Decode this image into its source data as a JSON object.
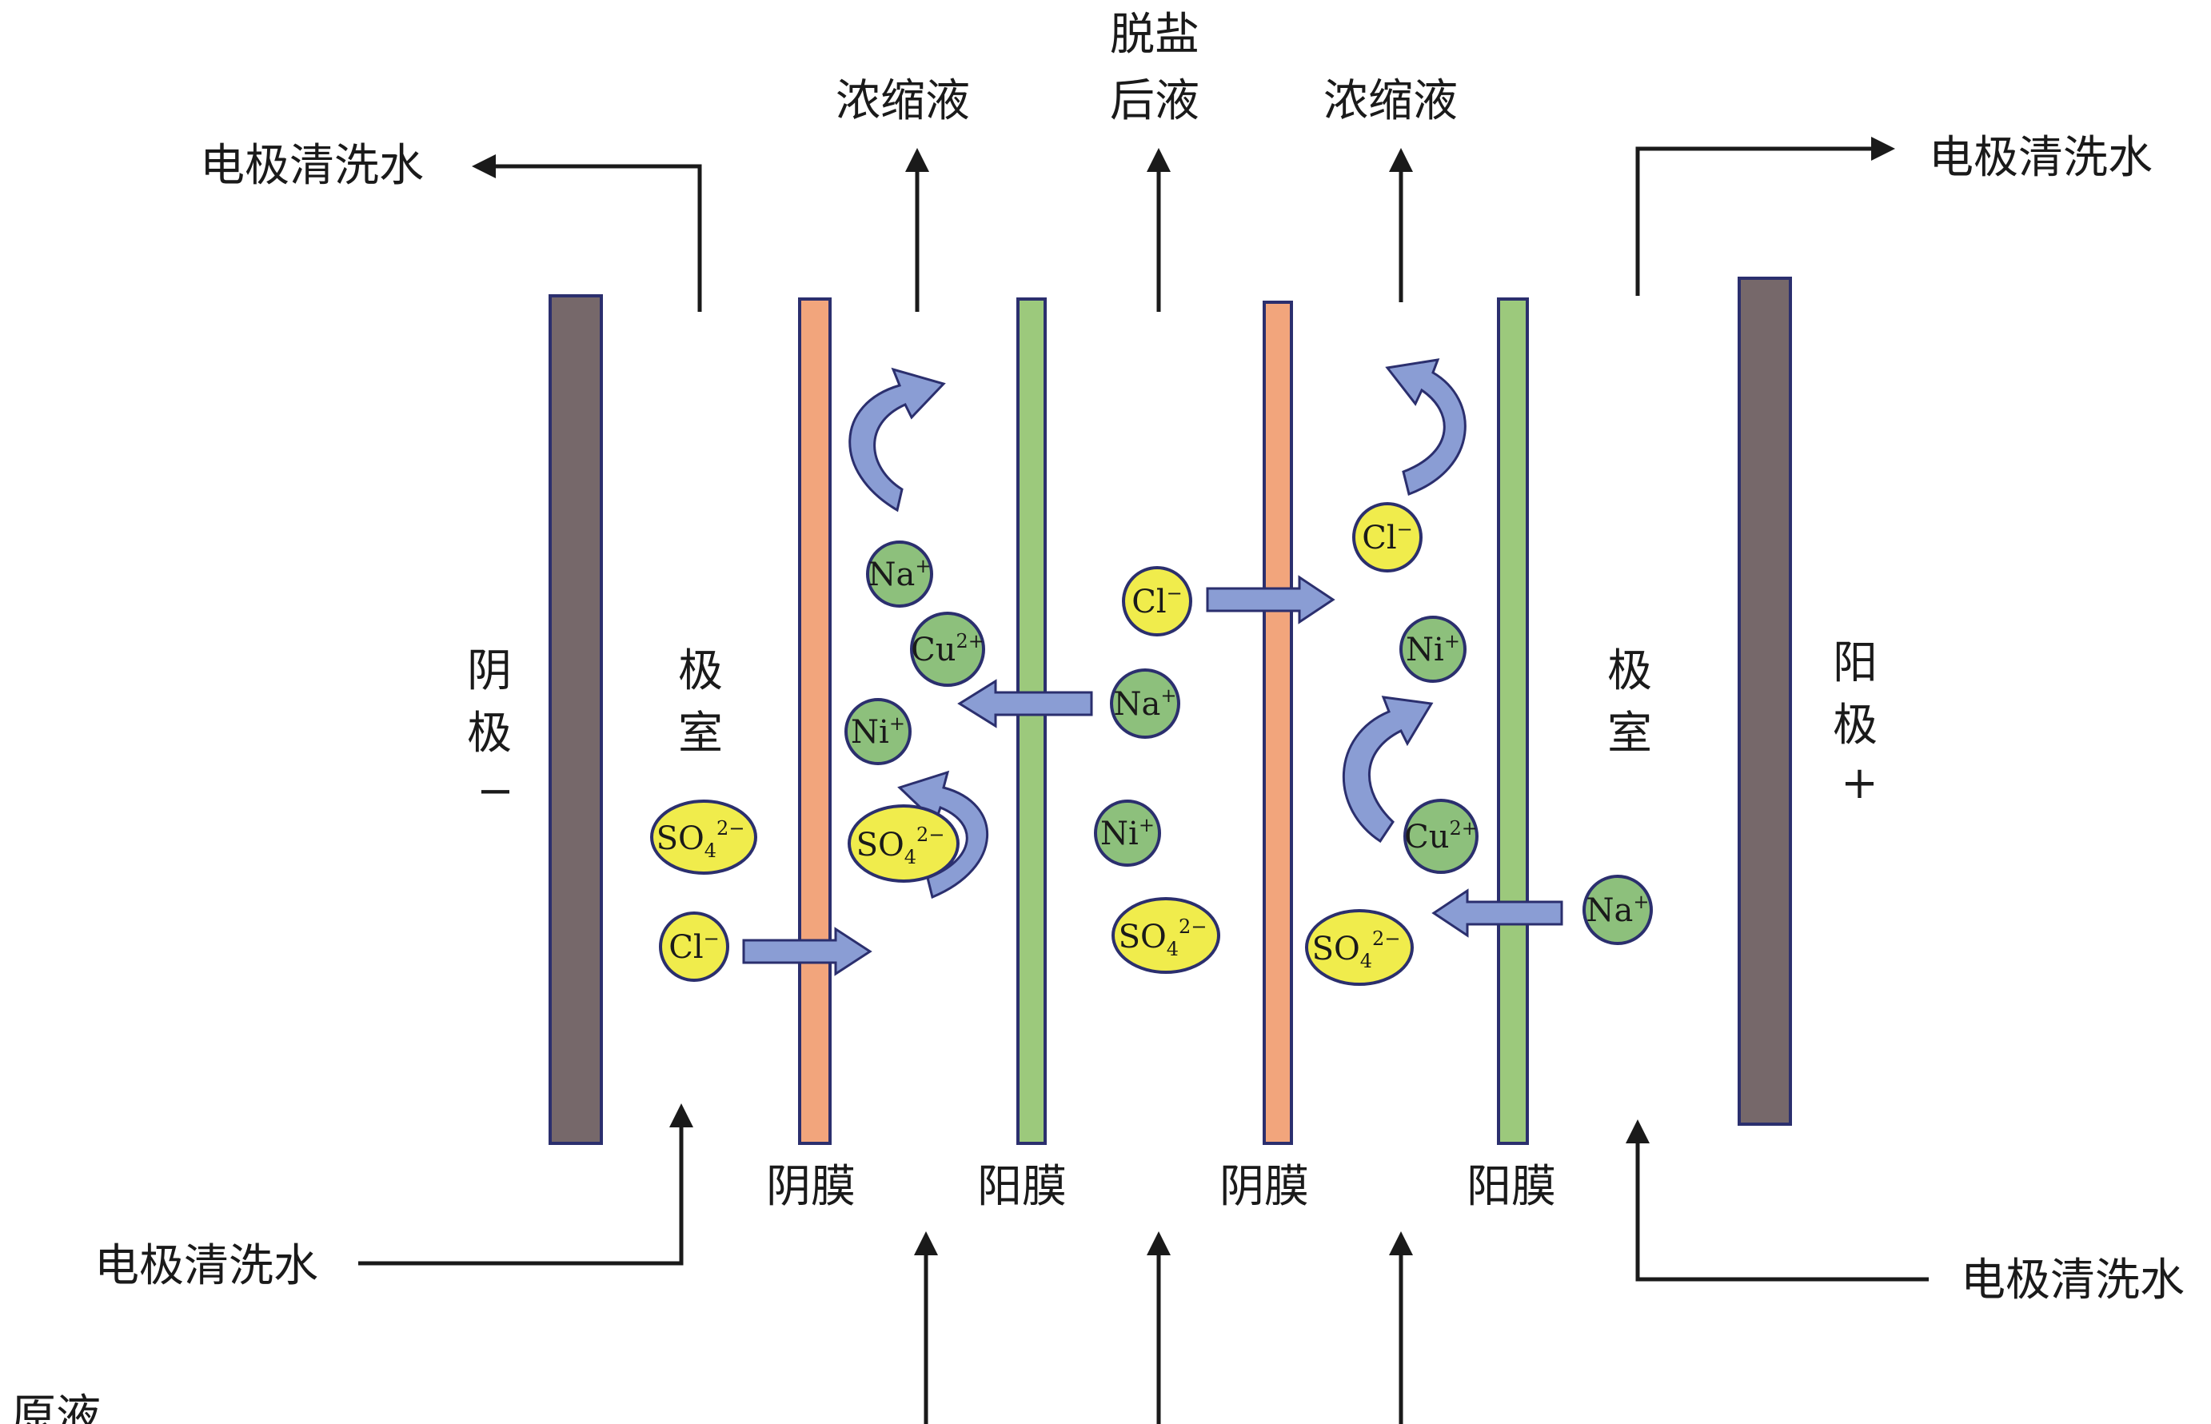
{
  "labels": {
    "electrode_wash_water": "电极清洗水",
    "concentrate": "浓缩液",
    "desalted_line1": "脱盐",
    "desalted_line2": "后液",
    "raw_liquid": "原液",
    "cathode_char1": "阴",
    "cathode_char2": "极",
    "cathode_sign": "−",
    "anode_char1": "阳",
    "anode_char2": "极",
    "anode_sign": "+",
    "chamber_char1": "极",
    "chamber_char2": "室",
    "anion_membrane": "阴膜",
    "cation_membrane": "阳膜"
  },
  "ions": [
    {
      "id": "na-1",
      "base": "Na",
      "sup": "+"
    },
    {
      "id": "cu-1",
      "base": "Cu",
      "sup": "2+"
    },
    {
      "id": "ni-1",
      "base": "Ni",
      "sup": "+"
    },
    {
      "id": "so4-1",
      "base": "SO",
      "sub": "4",
      "sup": "2−"
    },
    {
      "id": "so4-2",
      "base": "SO",
      "sub": "4",
      "sup": "2−"
    },
    {
      "id": "cl-1",
      "base": "Cl",
      "sup": "−"
    },
    {
      "id": "cl-2",
      "base": "Cl",
      "sup": "−"
    },
    {
      "id": "na-2",
      "base": "Na",
      "sup": "+"
    },
    {
      "id": "ni-2",
      "base": "Ni",
      "sup": "+"
    },
    {
      "id": "so4-3",
      "base": "SO",
      "sub": "4",
      "sup": "2−"
    },
    {
      "id": "cl-3",
      "base": "Cl",
      "sup": "−"
    },
    {
      "id": "ni-3",
      "base": "Ni",
      "sup": "+"
    },
    {
      "id": "cu-2",
      "base": "Cu",
      "sup": "2+"
    },
    {
      "id": "so4-4",
      "base": "SO",
      "sub": "4",
      "sup": "2−"
    },
    {
      "id": "na-3",
      "base": "Na",
      "sup": "+"
    }
  ],
  "colors": {
    "electrode": "#76686A",
    "anion_membrane": "#F2A57C",
    "cation_membrane": "#9CC97C",
    "cation_ion": "#8DC07C",
    "anion_ion": "#F0EC4C",
    "arrow": "#8A9DD4",
    "outline": "#2B2F6E"
  }
}
